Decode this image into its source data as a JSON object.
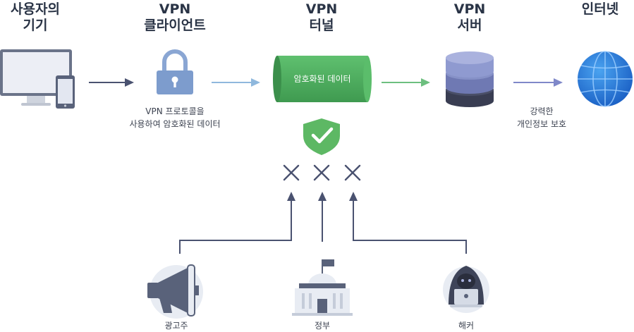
{
  "columns": {
    "device": {
      "line1": "사용자의",
      "line2": "기기"
    },
    "client": {
      "line1": "VPN",
      "line2": "클라이언트"
    },
    "tunnel": {
      "line1": "VPN",
      "line2": "터널"
    },
    "server": {
      "line1": "VPN",
      "line2": "서버"
    },
    "internet": {
      "line1": "인터넷"
    }
  },
  "captions": {
    "client_line1": "VPN 프로토콜을",
    "client_line2": "사용하여 암호화된 데이터",
    "tunnel_label": "암호화된 데이터",
    "server_line1": "강력한",
    "server_line2": "개인정보 보호"
  },
  "threats": {
    "advertiser": "광고주",
    "government": "정부",
    "hacker": "해커"
  },
  "colors": {
    "title": "#2a3446",
    "arrow_dark": "#4a5270",
    "arrow_blue": "#8fb8dd",
    "arrow_green": "#6dbf7f",
    "arrow_purple": "#7f88c9",
    "tunnel_green": "#4fae5f",
    "shield_green": "#5db864",
    "blocker": "#4a5270"
  },
  "icons": [
    "computer-icon",
    "phone-icon",
    "padlock-icon",
    "tunnel-icon",
    "server-icon",
    "globe-icon",
    "shield-check-icon",
    "x-icon",
    "megaphone-icon",
    "government-building-icon",
    "hacker-icon"
  ]
}
